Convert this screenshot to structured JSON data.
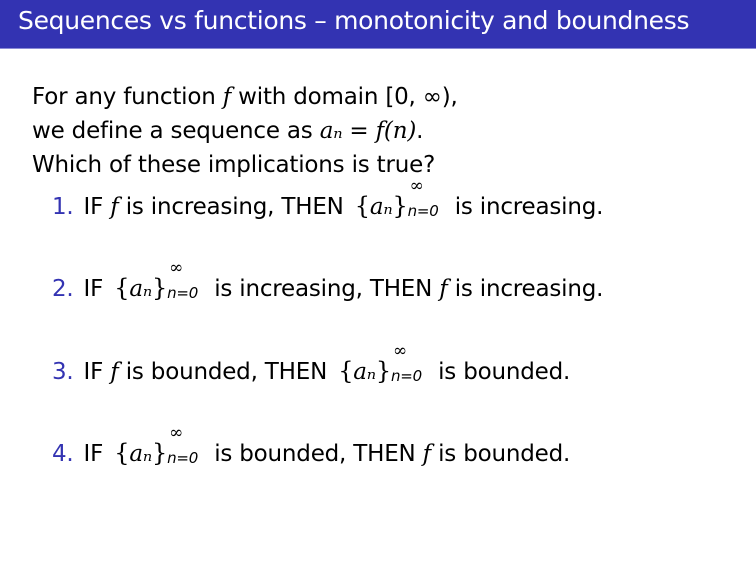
{
  "header": {
    "title": "Sequences vs functions – monotonicity and boundness",
    "background_color": "#3333b2"
  },
  "intro": {
    "line1_prefix": "For any function ",
    "line1_f": "f",
    "line1_suffix": " with domain [0, ∞),",
    "line2_prefix": "we define a sequence as ",
    "line2_math": "aₙ = f(n)",
    "line2_suffix": ".",
    "line3": "Which of these implications is true?"
  },
  "sequence": {
    "open_brace": "{",
    "term": "aₙ",
    "close_brace": "}",
    "superscript": "∞",
    "subscript": "n=0"
  },
  "items": [
    {
      "number": "1.",
      "part_a": "IF ",
      "f": "f",
      "part_b": " is increasing, THEN ",
      "part_c": " is increasing."
    },
    {
      "number": "2.",
      "part_a": "IF ",
      "part_b": " is increasing, THEN ",
      "f": "f",
      "part_c": " is increasing."
    },
    {
      "number": "3.",
      "part_a": "IF ",
      "f": "f",
      "part_b": " is bounded, THEN ",
      "part_c": " is bounded."
    },
    {
      "number": "4.",
      "part_a": "IF ",
      "part_b": " is bounded, THEN ",
      "f": "f",
      "part_c": " is bounded."
    }
  ],
  "colors": {
    "accent": "#3333b2",
    "text": "#000000"
  }
}
